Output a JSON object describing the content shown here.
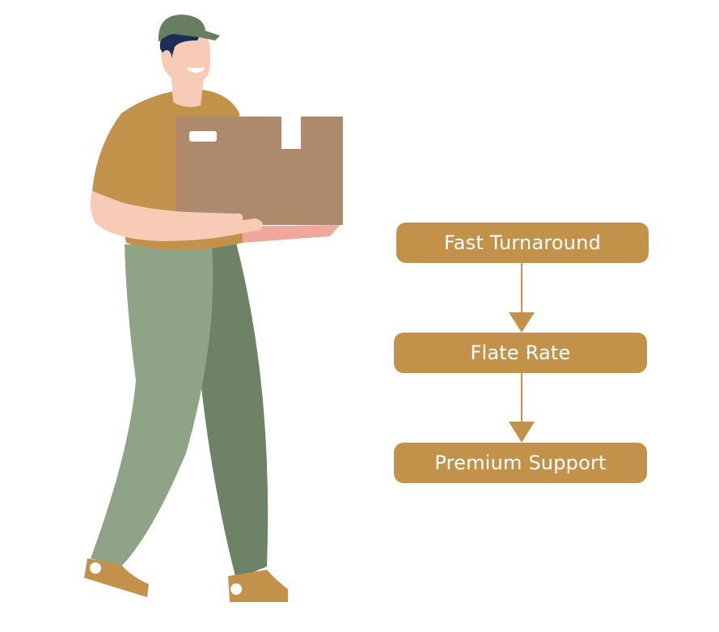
{
  "colors": {
    "accent": "#C3924A",
    "shirt": "#C3924A",
    "box": "#AC8A6B",
    "pants_light": "#8FA486",
    "pants_dark": "#6E8266",
    "skin": "#F8CBB6",
    "cap": "#687E60",
    "hair": "#1E2E52"
  },
  "illustration": {
    "subject": "delivery-person-carrying-box"
  },
  "flow": {
    "steps": [
      {
        "label": "Fast Turnaround"
      },
      {
        "label": "Flate Rate"
      },
      {
        "label": "Premium Support"
      }
    ]
  }
}
